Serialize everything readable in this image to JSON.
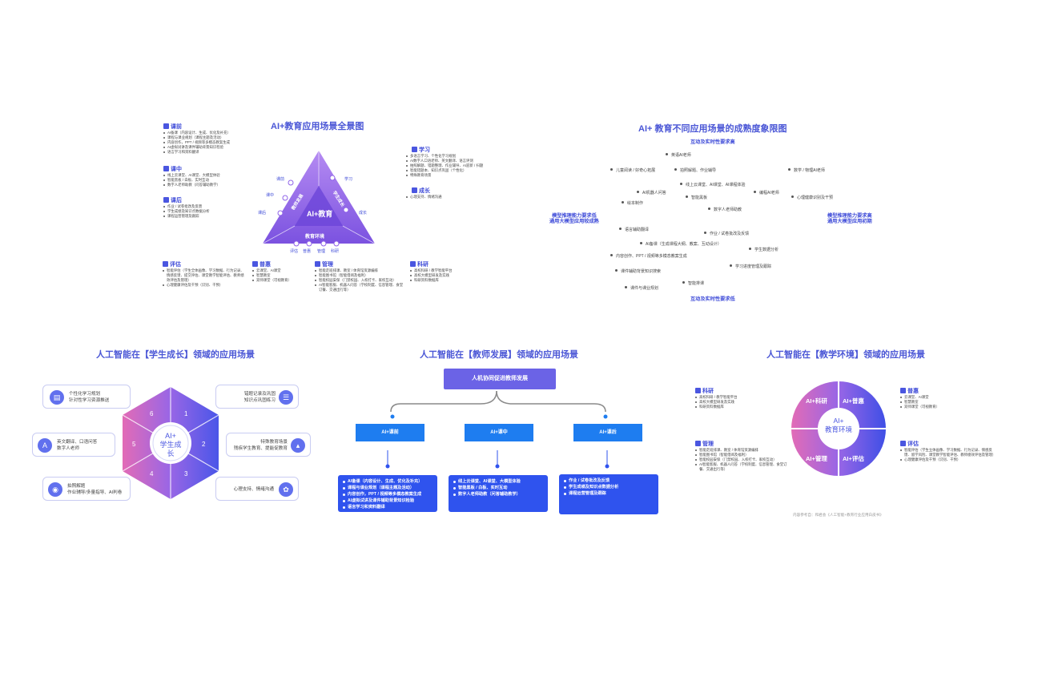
{
  "panel1": {
    "title": "AI+教育应用场景全景图",
    "left_sections": [
      {
        "label": "课前",
        "items": [
          "AI备课（内容设计、生成、优化及补充）",
          "课程与课业规划（课程主题及活动）",
          "内容创作，PPT / 视频等多模态教案生成",
          "AI虚拟试讲及课件辅助背景知识检验",
          "语言学习和资料翻译"
        ]
      },
      {
        "label": "课中",
        "items": [
          "线上云课堂、AI课堂、大模型体验",
          "智能黑板 / 白板、实时互动",
          "数字人老师助教（问答辅助教学）"
        ]
      },
      {
        "label": "课后",
        "items": [
          "作业 / 试卷批改及反馈",
          "学生成绩及知识点数据分析",
          "课程运营管理及跟踪"
        ]
      }
    ],
    "right_sections": [
      {
        "label": "学习",
        "items": [
          "多语言学习、个性化学习规划",
          "AI数字人口语老师、英文翻译、语言评测",
          "拍照解题、错题整理、作业辅导、AI迎新 / 扫题",
          "智能错题本、知识点巩固（个性化）",
          "特殊教育场景"
        ]
      },
      {
        "label": "成长",
        "items": [
          "心理支持、情绪沟通"
        ]
      }
    ],
    "bottom_sections": [
      {
        "label": "评估",
        "items": [
          "智能评估（学生全体画像、学习数据、行为记录、情感反馈、提交评估、课堂教学智能评估、教师绩效评估及管理）",
          "心理健康评估及干预（识别、干预）"
        ]
      },
      {
        "label": "普惠",
        "items": [
          "云课堂、AI课堂",
          "智慧教室",
          "双师课堂（可视教育）"
        ]
      },
      {
        "label": "管理",
        "items": [
          "智能走班排课、教室 / 体育馆资源编排",
          "智能图书馆（智能借阅及福利）",
          "智能校园安保（门禁校园、入校打卡、家校互动）",
          "AI智能客服、机器人问答（学校制度、信息管理、食堂订餐、交通出行等）"
        ]
      },
      {
        "label": "科研",
        "items": [
          "高校科研 / 教学智能平台",
          "高校大模型研发及实践",
          "科研资料数据库"
        ]
      }
    ],
    "triangle": {
      "center": "AI+教育",
      "left_side": "教师发展",
      "right_side": "学生成长",
      "bottom_side": "教育环境"
    },
    "tri_labels": [
      "课前",
      "课中",
      "课后",
      "学习",
      "成长",
      "评估",
      "普惠",
      "管理",
      "科研"
    ]
  },
  "panel2": {
    "title": "AI+ 教育不同应用场景的成熟度象限图",
    "axis_top": "互动及实时性要求高",
    "axis_bottom": "互动及实时性要求低",
    "axis_left": "模型推理能力要求低\n通用大模型应用较成熟",
    "axis_right": "模型推理能力要求高\n通用大模型应用初期",
    "points": [
      "英语AI老师",
      "儿童阅读 / 好奇心拓展",
      "拍照解题、作业辅导",
      "数学 / 物理AI老师",
      "线上云课堂、AI课堂、AI课程体验",
      "AI机器人问答",
      "智能黑板",
      "编程AI老师",
      "心理健康识别及干预",
      "绘本制作",
      "数字人老师助教",
      "语言辅助翻译",
      "作业 / 试卷批改及反馈",
      "AI备课（生成课程大纲、教案、互动设计）",
      "学生数据分析",
      "内容创作、PPT / 视频等多模态教案生成",
      "学习进度管理及跟踪",
      "课件辅助背景知识搜索",
      "智能排课",
      "课件与课业规划"
    ]
  },
  "panel3": {
    "title": "人工智能在【学生成长】领域的应用场景",
    "center": [
      "AI+",
      "学生成长"
    ],
    "segments": [
      "1",
      "2",
      "3",
      "4",
      "5",
      "6"
    ],
    "cards": [
      {
        "line1": "个性化学习规划",
        "line2": "针对性学习资源推送",
        "icon": "book-icon"
      },
      {
        "line1": "错题记录及巩固",
        "line2": "知识点巩固练习",
        "icon": "doc-icon"
      },
      {
        "line1": "英文翻译、口语问答",
        "line2": "数字人老师",
        "icon": "text-icon"
      },
      {
        "line1": "特殊教育场景",
        "line2": "残疾学生教育、提能促教育",
        "icon": "chart-icon"
      },
      {
        "line1": "拍照解题",
        "line2": "作业辅导/多量指导、AI判卷",
        "icon": "camera-icon"
      },
      {
        "line1": "心理支持、情绪沟通",
        "line2": "",
        "icon": "brain-icon"
      }
    ]
  },
  "panel4": {
    "title": "人工智能在【教师发展】领域的应用场景",
    "top_banner": "人机协同促进教师发展",
    "columns": [
      {
        "label": "AI+课前",
        "items": [
          "AI备课（内容设计、生成、优化及补充）",
          "课程与课业规划（课程主题及活动）",
          "内容创作，PPT / 视频等多模态教案生成",
          "AI虚拟试讲及课件辅助背景知识检验",
          "语言学习和资料翻译"
        ]
      },
      {
        "label": "AI+课中",
        "items": [
          "线上云课堂、AI课堂、大模型体验",
          "智能黑板 / 白板、实时互动",
          "数字人老师助教（问答辅助教学）"
        ]
      },
      {
        "label": "AI+课后",
        "items": [
          "作业 / 试卷批改及反馈",
          "学生成绩及知识点数据分析",
          "课程运营管理及跟踪"
        ]
      }
    ]
  },
  "panel5": {
    "title": "人工智能在【教学环境】领域的应用场景",
    "center": [
      "AI+",
      "教育环境"
    ],
    "quadrants": [
      "AI+科研",
      "AI+普惠",
      "AI+管理",
      "AI+评估"
    ],
    "sections": [
      {
        "label": "科研",
        "items": [
          "高校科研 / 教学智能平台",
          "高校大模型研发及实践",
          "科研资料数据库"
        ]
      },
      {
        "label": "普惠",
        "items": [
          "云课堂、AI课堂",
          "智慧教室",
          "双师课堂（可视教育）"
        ]
      },
      {
        "label": "管理",
        "items": [
          "智能走班排课、教室 / 体育馆资源编排",
          "智能图书馆（智能借阅及福利）",
          "智能校园安保（门禁校园、入校打卡、家校互动）",
          "AI智能客服、机器人问答（学校制度、信息管理、食堂订餐、交通出行等）"
        ]
      },
      {
        "label": "评估",
        "items": [
          "智能评估（学生立体画像、学习数据、行为记录、情感反馈、留学风险、课堂教学智能评估、教师绩效评估及管理）",
          "心理健康评估及干预（识别、干预）"
        ]
      }
    ],
    "source": "内容参考自：和君会《人工智能+教育行业应用白皮书》"
  },
  "colors": {
    "accent": "#4a56d6",
    "purple": "#8f63e8",
    "blue": "#1e7df0",
    "deep_blue": "#2f53ee",
    "pink": "#e26bb6"
  }
}
